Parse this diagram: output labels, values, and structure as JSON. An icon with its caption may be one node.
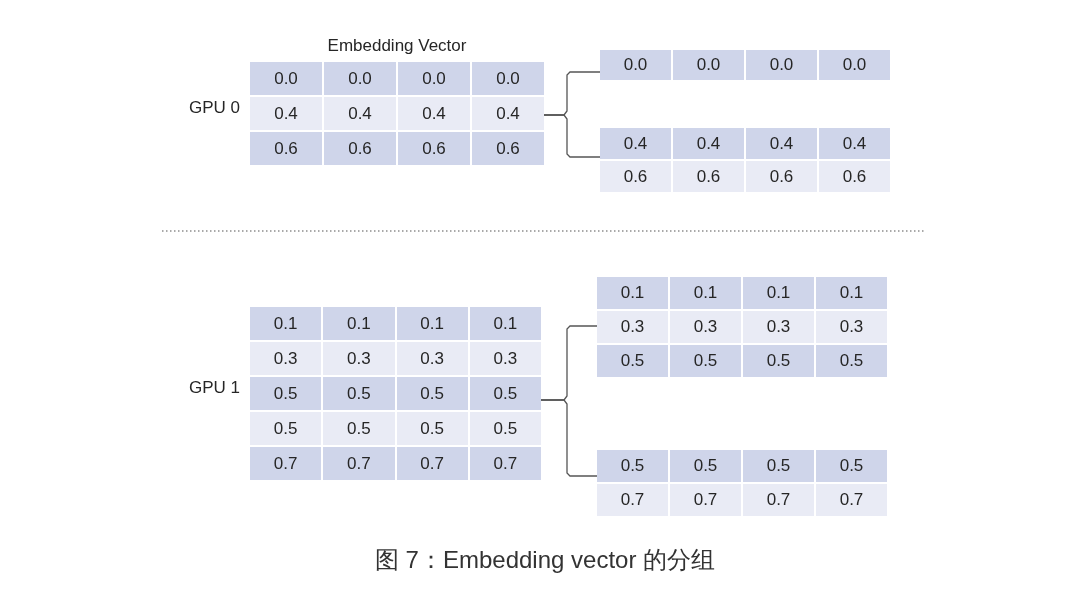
{
  "diagram": {
    "caption": "图 7：Embedding vector 的分组",
    "nodes": [
      {
        "text": [
          "Embedding Vector",
          "0.0",
          "0.0",
          "0.0",
          "0.0",
          "0.4",
          "0.4",
          "0.4",
          "0.4",
          "0.6",
          "0.6",
          "0.6",
          "0.6"
        ],
        "beside": [
          "GPU 0"
        ]
      },
      {
        "text": [
          "0.0",
          "0.0",
          "0.0",
          "0.0"
        ]
      },
      {
        "text": [
          "0.4",
          "0.4",
          "0.4",
          "0.4",
          "0.6",
          "0.6",
          "0.6",
          "0.6"
        ]
      },
      {
        "text": [
          "0.1",
          "0.1",
          "0.1",
          "0.1",
          "0.3",
          "0.3",
          "0.3",
          "0.3",
          "0.5",
          "0.5",
          "0.5",
          "0.5",
          "0.5",
          "0.5",
          "0.5",
          "0.5",
          "0.7",
          "0.7",
          "0.7",
          "0.7"
        ],
        "beside": [
          "GPU 1"
        ]
      },
      {
        "text": [
          "0.1",
          "0.1",
          "0.1",
          "0.1",
          "0.3",
          "0.3",
          "0.3",
          "0.3",
          "0.5",
          "0.5",
          "0.5",
          "0.5"
        ]
      },
      {
        "text": [
          "0.5",
          "0.5",
          "0.5",
          "0.5",
          "0.7",
          "0.7",
          "0.7",
          "0.7"
        ]
      }
    ],
    "edges": [
      {
        "from": 0,
        "to": 1,
        "arrow": "none"
      },
      {
        "from": 0,
        "to": 2,
        "arrow": "none"
      },
      {
        "from": 3,
        "to": 4,
        "arrow": "none"
      },
      {
        "from": 3,
        "to": 5,
        "arrow": "none"
      }
    ]
  }
}
